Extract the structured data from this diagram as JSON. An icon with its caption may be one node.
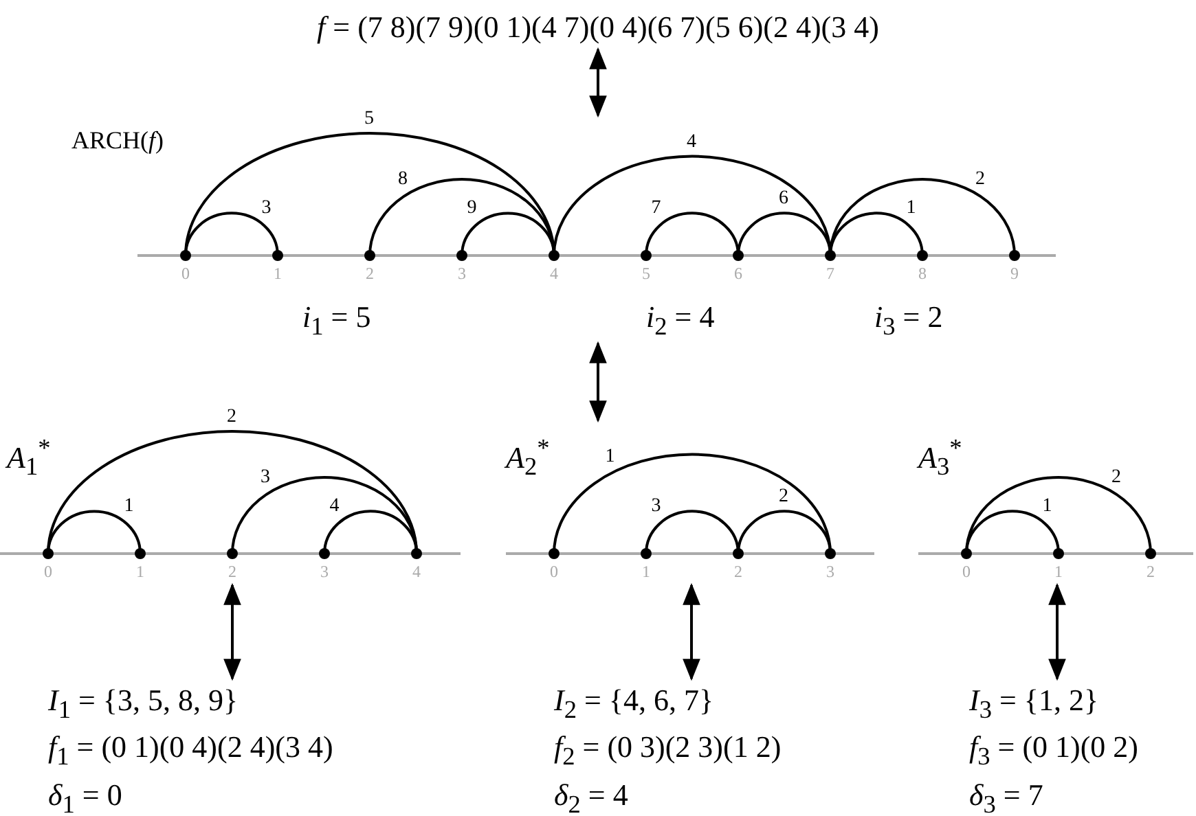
{
  "diagram": {
    "nodes": [
      {
        "text": [
          "*f* = (7 8)(7 9)(0 1)(4 7)(0 4)(6 7)(5 6)(2 4)(3 4)"
        ]
      },
      {
        "text": [
          "ARCH(*f*)"
        ]
      },
      {
        "text": [],
        "shape": "circle",
        "beside": [
          "0"
        ],
        "in": 1
      },
      {
        "text": [],
        "shape": "circle",
        "beside": [
          "1"
        ],
        "in": 1
      },
      {
        "text": [],
        "shape": "circle",
        "beside": [
          "2"
        ],
        "in": 1
      },
      {
        "text": [],
        "shape": "circle",
        "beside": [
          "3"
        ],
        "in": 1
      },
      {
        "text": [],
        "shape": "circle",
        "beside": [
          "4"
        ],
        "in": 1
      },
      {
        "text": [],
        "shape": "circle",
        "beside": [
          "5"
        ],
        "in": 1
      },
      {
        "text": [],
        "shape": "circle",
        "beside": [
          "6"
        ],
        "in": 1
      },
      {
        "text": [],
        "shape": "circle",
        "beside": [
          "7"
        ],
        "in": 1
      },
      {
        "text": [],
        "shape": "circle",
        "beside": [
          "8"
        ],
        "in": 1
      },
      {
        "text": [],
        "shape": "circle",
        "beside": [
          "9"
        ],
        "in": 1
      },
      {
        "text": [
          "*A*$_{1}$$^{*}$"
        ]
      },
      {
        "text": [],
        "shape": "circle",
        "beside": [
          "0"
        ],
        "in": 12
      },
      {
        "text": [],
        "shape": "circle",
        "beside": [
          "1"
        ],
        "in": 12
      },
      {
        "text": [],
        "shape": "circle",
        "beside": [
          "2"
        ],
        "in": 12
      },
      {
        "text": [],
        "shape": "circle",
        "beside": [
          "3"
        ],
        "in": 12
      },
      {
        "text": [],
        "shape": "circle",
        "beside": [
          "4"
        ],
        "in": 12
      },
      {
        "text": [
          "*A*$_{2}$$^{*}$"
        ]
      },
      {
        "text": [],
        "shape": "circle",
        "beside": [
          "0"
        ],
        "in": 18
      },
      {
        "text": [],
        "shape": "circle",
        "beside": [
          "1"
        ],
        "in": 18
      },
      {
        "text": [],
        "shape": "circle",
        "beside": [
          "2"
        ],
        "in": 18
      },
      {
        "text": [],
        "shape": "circle",
        "beside": [
          "3"
        ],
        "in": 18
      },
      {
        "text": [
          "*A*$_{3}$$^{*}$"
        ]
      },
      {
        "text": [],
        "shape": "circle",
        "beside": [
          "0"
        ],
        "in": 23
      },
      {
        "text": [],
        "shape": "circle",
        "beside": [
          "1"
        ],
        "in": 23
      },
      {
        "text": [],
        "shape": "circle",
        "beside": [
          "2"
        ],
        "in": 23
      },
      {
        "text": [
          "*I*$_{1}$ = {3, 5, 8, 9}",
          "*f*$_{1}$ = (0 1)(0 4)(2 4)(3 4)",
          "*δ*$_{1}$ = 0"
        ]
      },
      {
        "text": [
          "*I*$_{2}$ = {4, 6, 7}",
          "*f*$_{2}$ = (0 3)(2 3)(1 2)",
          "*δ*$_{2}$ = 4"
        ]
      },
      {
        "text": [
          "*I*$_{3}$ = {1, 2}",
          "*f*$_{3}$ = (0 1)(0 2)",
          "*δ*$_{3}$ = 7"
        ]
      }
    ],
    "edges": [
      {
        "from": 0,
        "to": 1,
        "arrow": "both"
      },
      {
        "from": 9,
        "to": 10,
        "arrow": "none",
        "label": "1"
      },
      {
        "from": 9,
        "to": 11,
        "arrow": "none",
        "label": "2"
      },
      {
        "from": 2,
        "to": 3,
        "arrow": "none",
        "label": "3"
      },
      {
        "from": 6,
        "to": 9,
        "arrow": "none",
        "label": "4"
      },
      {
        "from": 2,
        "to": 6,
        "arrow": "none",
        "label": "5"
      },
      {
        "from": 8,
        "to": 9,
        "arrow": "none",
        "label": "6"
      },
      {
        "from": 7,
        "to": 8,
        "arrow": "none",
        "label": "7"
      },
      {
        "from": 4,
        "to": 6,
        "arrow": "none",
        "label": "8"
      },
      {
        "from": 5,
        "to": 6,
        "arrow": "none",
        "label": "9"
      },
      {
        "from": 1,
        "to": 18,
        "arrow": "both"
      },
      {
        "from": 13,
        "to": 14,
        "arrow": "none",
        "label": "1"
      },
      {
        "from": 13,
        "to": 17,
        "arrow": "none",
        "label": "2"
      },
      {
        "from": 15,
        "to": 17,
        "arrow": "none",
        "label": "3"
      },
      {
        "from": 16,
        "to": 17,
        "arrow": "none",
        "label": "4"
      },
      {
        "from": 19,
        "to": 22,
        "arrow": "none",
        "label": "1"
      },
      {
        "from": 21,
        "to": 22,
        "arrow": "none",
        "label": "2"
      },
      {
        "from": 20,
        "to": 21,
        "arrow": "none",
        "label": "3"
      },
      {
        "from": 24,
        "to": 25,
        "arrow": "none",
        "label": "1"
      },
      {
        "from": 24,
        "to": 26,
        "arrow": "none",
        "label": "2"
      },
      {
        "from": 12,
        "to": 27,
        "arrow": "both"
      },
      {
        "from": 18,
        "to": 28,
        "arrow": "both"
      },
      {
        "from": 23,
        "to": 29,
        "arrow": "both"
      }
    ],
    "labels": [
      "*i*$_{1}$ = 5",
      "*i*$_{2}$ = 4",
      "*i*$_{3}$ = 2"
    ]
  }
}
